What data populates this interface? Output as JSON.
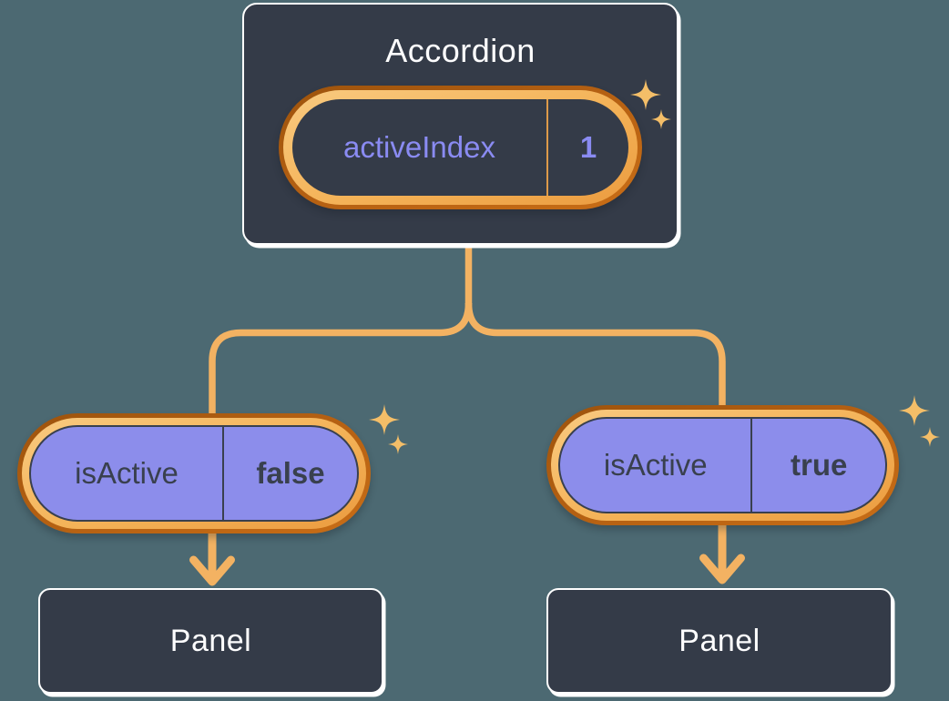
{
  "diagram": {
    "background_color": "#4c6972",
    "box_color": "#343b48",
    "line_color": "#f3b262",
    "ring_light_color": "#f4b257",
    "ring_dark_color": "#b35f12",
    "purple_color": "#8c8deb",
    "sparkle_color": "#f4be68",
    "accordion": {
      "title": "Accordion",
      "state_name": "activeIndex",
      "state_value": "1"
    },
    "left_branch": {
      "state_name": "isActive",
      "state_value": "false",
      "panel_label": "Panel"
    },
    "right_branch": {
      "state_name": "isActive",
      "state_value": "true",
      "panel_label": "Panel"
    }
  }
}
